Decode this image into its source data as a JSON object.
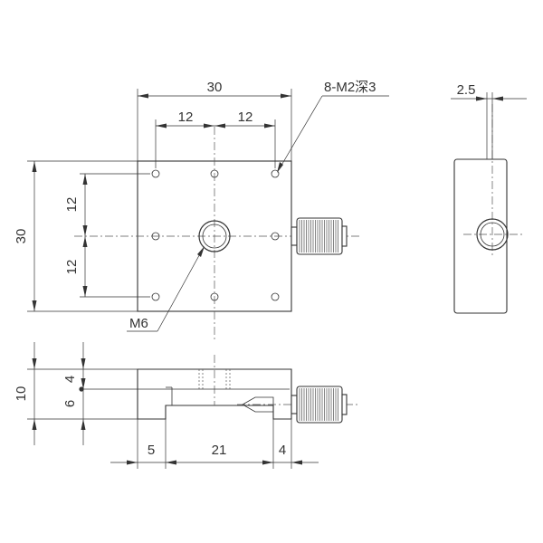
{
  "dimensions": {
    "top_width": "30",
    "top_pitch_left": "12",
    "top_pitch_right": "12",
    "left_height": "30",
    "left_pitch_upper": "12",
    "left_pitch_lower": "12",
    "side_height": "10",
    "side_upper": "4",
    "side_lower": "6",
    "bottom_left": "5",
    "bottom_middle": "21",
    "bottom_right": "4",
    "right_view_width": "2.5"
  },
  "callouts": {
    "tapped_holes": "8-M2深3",
    "center_hole": "M6"
  }
}
